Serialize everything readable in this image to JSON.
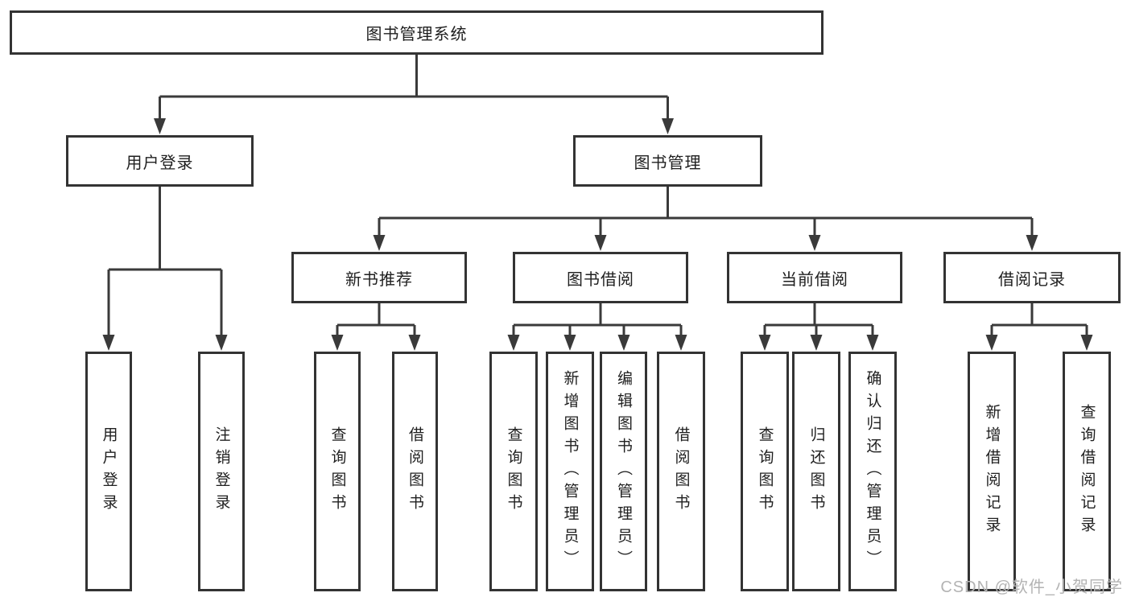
{
  "diagram": {
    "root": "图书管理系统",
    "user_branch": {
      "label": "用户登录",
      "children": [
        "用户登录",
        "注销登录"
      ]
    },
    "mgmt_branch": {
      "label": "图书管理",
      "sections": [
        {
          "label": "新书推荐",
          "children": [
            "查询图书",
            "借阅图书"
          ]
        },
        {
          "label": "图书借阅",
          "children": [
            "查询图书",
            "新增图书（管理员）",
            "编辑图书（管理员）",
            "借阅图书"
          ]
        },
        {
          "label": "当前借阅",
          "children": [
            "查询图书",
            "归还图书",
            "确认归还（管理员）"
          ]
        },
        {
          "label": "借阅记录",
          "children": [
            "新增借阅记录",
            "查询借阅记录"
          ]
        }
      ]
    }
  },
  "watermark": "CSDN @软件_小贺同学",
  "colors": {
    "line": "#3a3a3a",
    "border": "#333333",
    "text": "#1f1f1f",
    "watermark": "#b3b3b3",
    "background": "#ffffff"
  }
}
